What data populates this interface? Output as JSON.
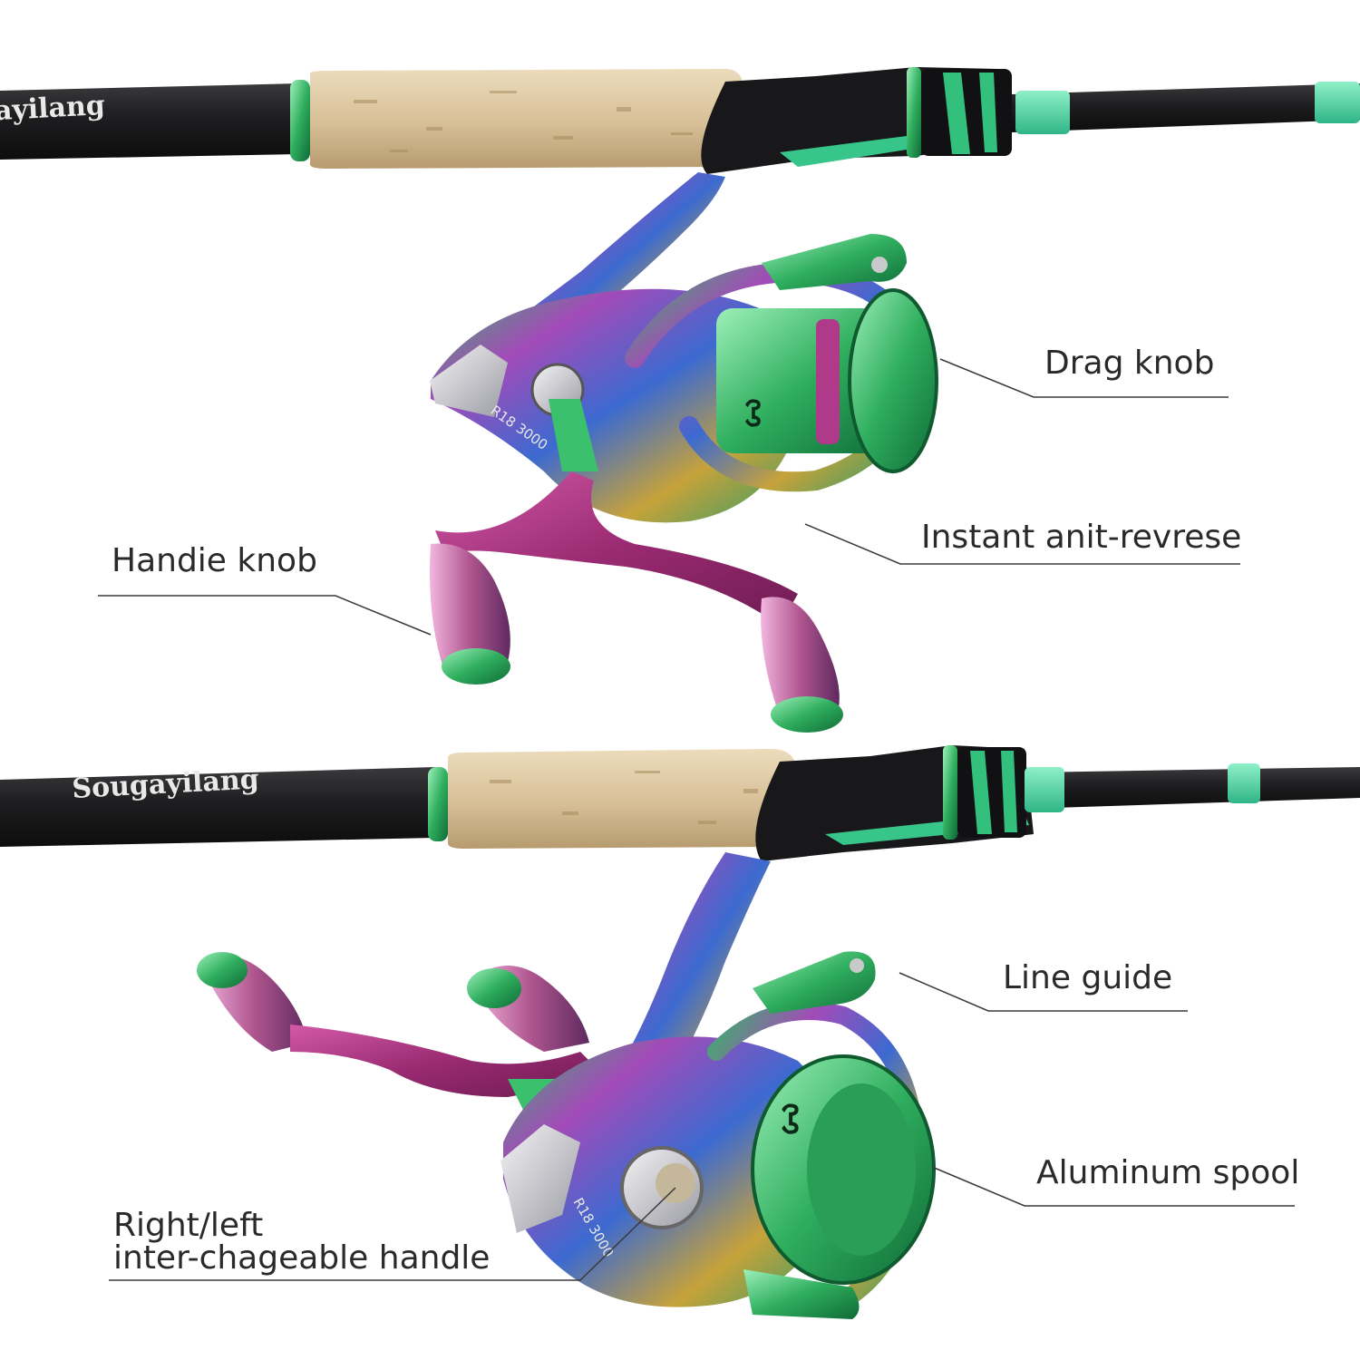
{
  "brand": "Sougayilang",
  "reel_model": "R18 3000",
  "callouts": {
    "drag_knob": "Drag knob",
    "anti_reverse": "Instant anit-revrese",
    "handle_knob": "Handie knob",
    "line_guide": "Line guide",
    "spool": "Aluminum spool",
    "handle_line1": "Right/left",
    "handle_line2": "inter-chageable handle"
  },
  "colors": {
    "blank": "#1d1d1f",
    "cork": "#d9c29d",
    "accent_green": "#3dbf76",
    "handle_purple": "#a8337d",
    "leader_line": "#3a3a3a",
    "text": "#2a2a2a"
  }
}
